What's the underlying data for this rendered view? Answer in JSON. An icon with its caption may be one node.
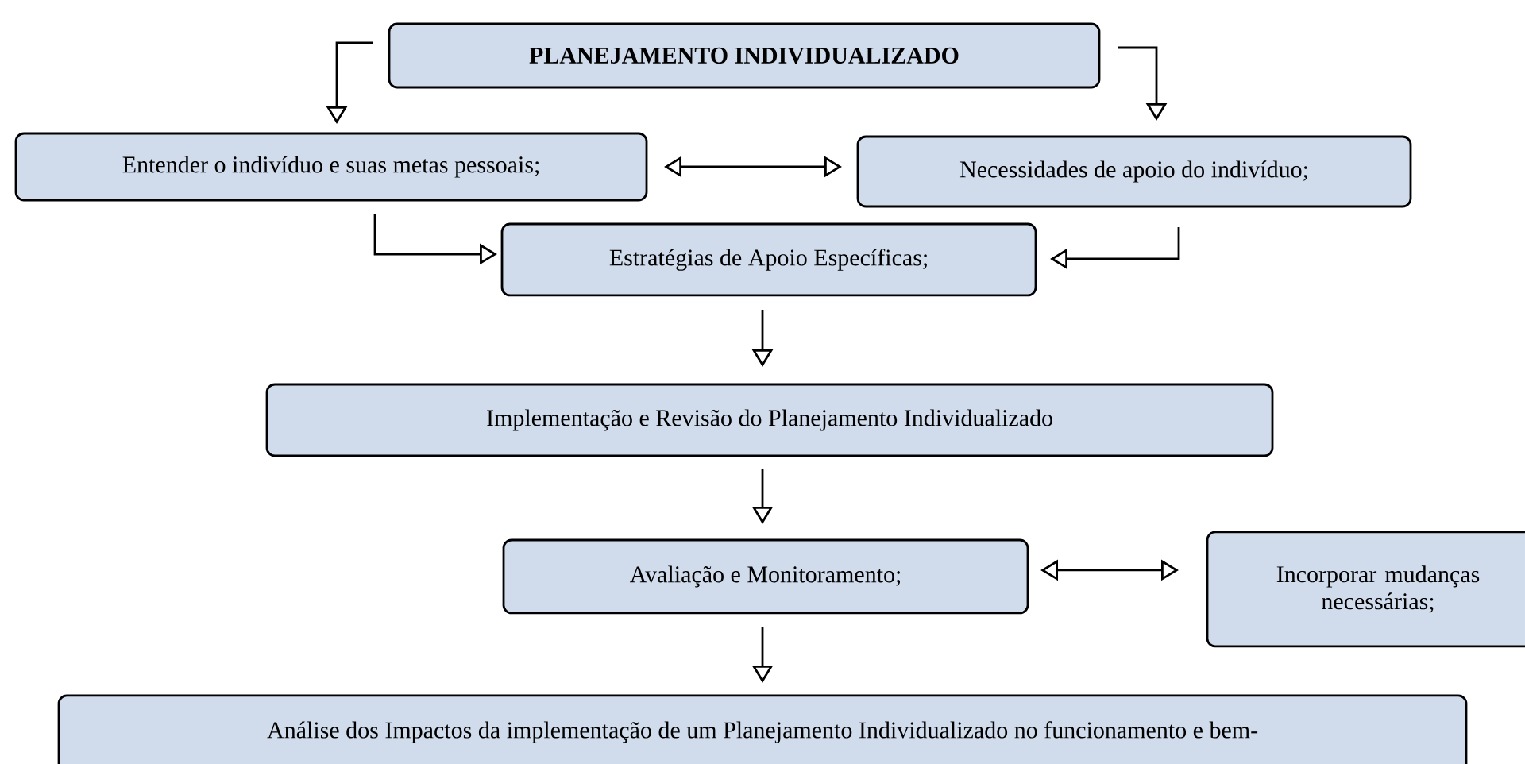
{
  "diagram": {
    "nodes": [
      {
        "text": [
          "PLANEJAMENTO INDIVIDUALIZADO"
        ]
      },
      {
        "text": [
          "Entender o indivíduo e suas metas pessoais;"
        ]
      },
      {
        "text": [
          "Necessidades de apoio do indivíduo;"
        ]
      },
      {
        "text": [
          "Estratégias de Apoio Específicas;"
        ]
      },
      {
        "text": [
          "Implementação e Revisão do Planejamento Individualizado"
        ]
      },
      {
        "text": [
          "Avaliação e Monitoramento;"
        ]
      },
      {
        "text": [
          "Incorporar mudanças necessárias;"
        ]
      },
      {
        "text": [
          "Análise dos Impactos da implementação de um Planejamento Individualizado no funcionamento e bem-"
        ]
      }
    ],
    "edges": [
      {
        "from": 0,
        "to": 1,
        "arrow": "to"
      },
      {
        "from": 0,
        "to": 2,
        "arrow": "to"
      },
      {
        "from": 1,
        "to": 2,
        "arrow": "both"
      },
      {
        "from": 1,
        "to": 3,
        "arrow": "to"
      },
      {
        "from": 2,
        "to": 3,
        "arrow": "to"
      },
      {
        "from": 3,
        "to": 4,
        "arrow": "to"
      },
      {
        "from": 4,
        "to": 5,
        "arrow": "to"
      },
      {
        "from": 5,
        "to": 6,
        "arrow": "both"
      },
      {
        "from": 5,
        "to": 7,
        "arrow": "to"
      }
    ]
  }
}
